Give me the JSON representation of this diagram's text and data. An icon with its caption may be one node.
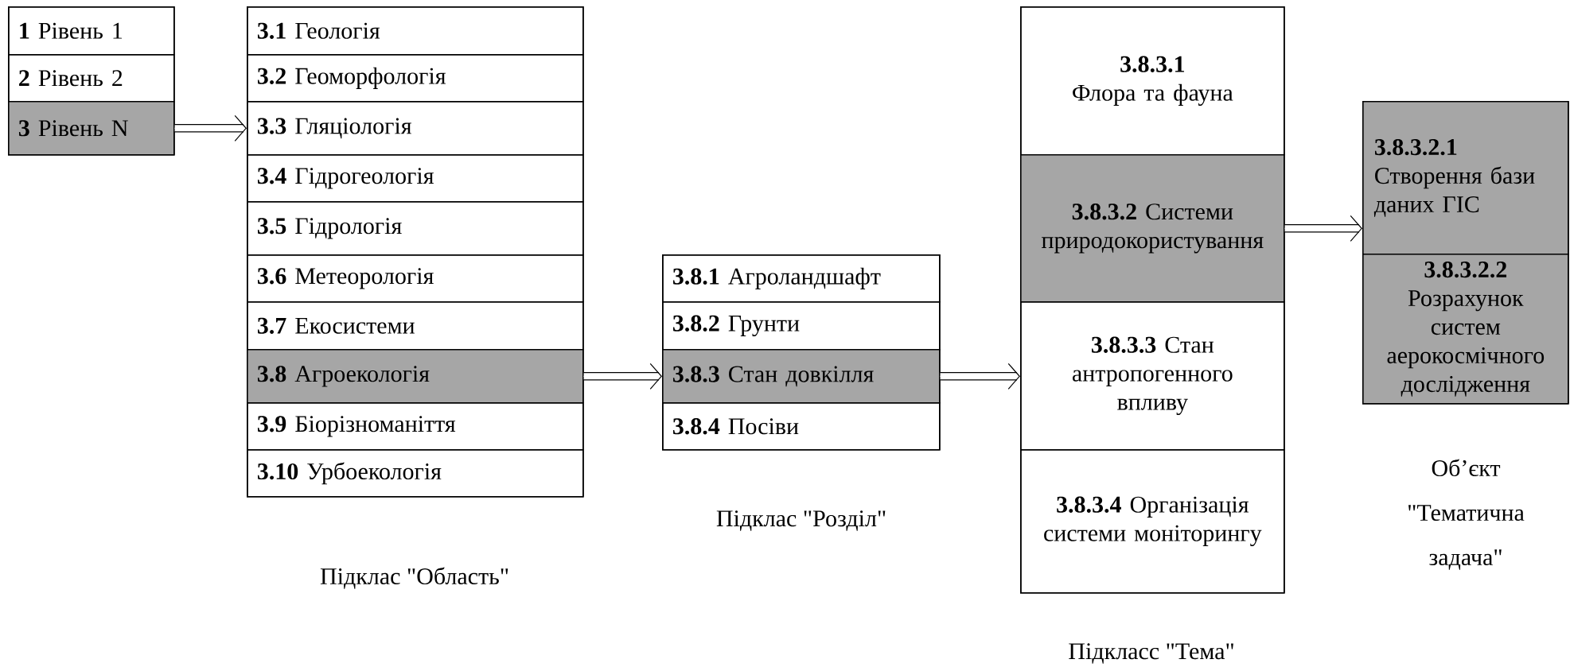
{
  "diagram": {
    "nodes": [
      {
        "text": [],
        "shape": "box"
      },
      {
        "text": [
          "**1** Рівень 1"
        ],
        "in": 0
      },
      {
        "text": [
          "**2** Рівень 2"
        ],
        "in": 0
      },
      {
        "text": [
          "**3** Рівень  N"
        ],
        "in": 0
      },
      {
        "text": [],
        "shape": "box",
        "beside": [
          "Підклас \"Область\""
        ]
      },
      {
        "text": [
          "**3.1**  Геологія"
        ],
        "in": 4
      },
      {
        "text": [
          "**3.2**  Геоморфологія"
        ],
        "in": 4
      },
      {
        "text": [
          "**3.3**  Гляціологія"
        ],
        "in": 4
      },
      {
        "text": [
          "**3.4**  Гідрогеологія"
        ],
        "in": 4
      },
      {
        "text": [
          "**3.5**  Гідрологія"
        ],
        "in": 4
      },
      {
        "text": [
          "**3.6**  Метеорологія"
        ],
        "in": 4
      },
      {
        "text": [
          "**3.7**  Екосистеми"
        ],
        "in": 4
      },
      {
        "text": [
          "**3.8**  Агроекологія"
        ],
        "in": 4
      },
      {
        "text": [
          "**3.9**  Біорізноманіття"
        ],
        "in": 4
      },
      {
        "text": [
          "**3.10**  Урбоекологія"
        ],
        "in": 4
      },
      {
        "text": [],
        "shape": "box",
        "beside": [
          "Підклас \"Розділ\""
        ]
      },
      {
        "text": [
          "**3.8.1** Агроландшафт"
        ],
        "in": 15
      },
      {
        "text": [
          "**3.8.2** Грунти"
        ],
        "in": 15
      },
      {
        "text": [
          "**3.8.3** Стан довкілля"
        ],
        "in": 15
      },
      {
        "text": [
          "**3.8.4** Посіви"
        ],
        "in": 15
      },
      {
        "text": [],
        "shape": "box",
        "beside": [
          "Підкласс \"Тема\""
        ]
      },
      {
        "text": [
          "3.8.3.1",
          "Флора та фауна"
        ],
        "in": 20
      },
      {
        "text": [
          "**3.8.3.2** Системи природокористування"
        ],
        "in": 20
      },
      {
        "text": [
          "**3.8.3.3** Стан антропогенного впливу"
        ],
        "in": 20
      },
      {
        "text": [
          "**3.8.3.4** Організація системи моніторингу"
        ],
        "in": 20
      },
      {
        "text": [],
        "shape": "box",
        "beside": [
          "Об’єкт \"Тематична задача\""
        ]
      },
      {
        "text": [
          "3.8.3.2.1",
          "Створення бази даних ГІС"
        ],
        "in": 25
      },
      {
        "text": [
          "3.8.3.2.2",
          "Розрахунок систем аерокосмічного дослідження"
        ],
        "in": 25
      }
    ],
    "edges": [
      {
        "from": 3,
        "to": 4,
        "arrow": "to"
      },
      {
        "from": 12,
        "to": 15,
        "arrow": "to"
      },
      {
        "from": 18,
        "to": 20,
        "arrow": "to"
      },
      {
        "from": 22,
        "to": 25,
        "arrow": "to"
      }
    ]
  }
}
